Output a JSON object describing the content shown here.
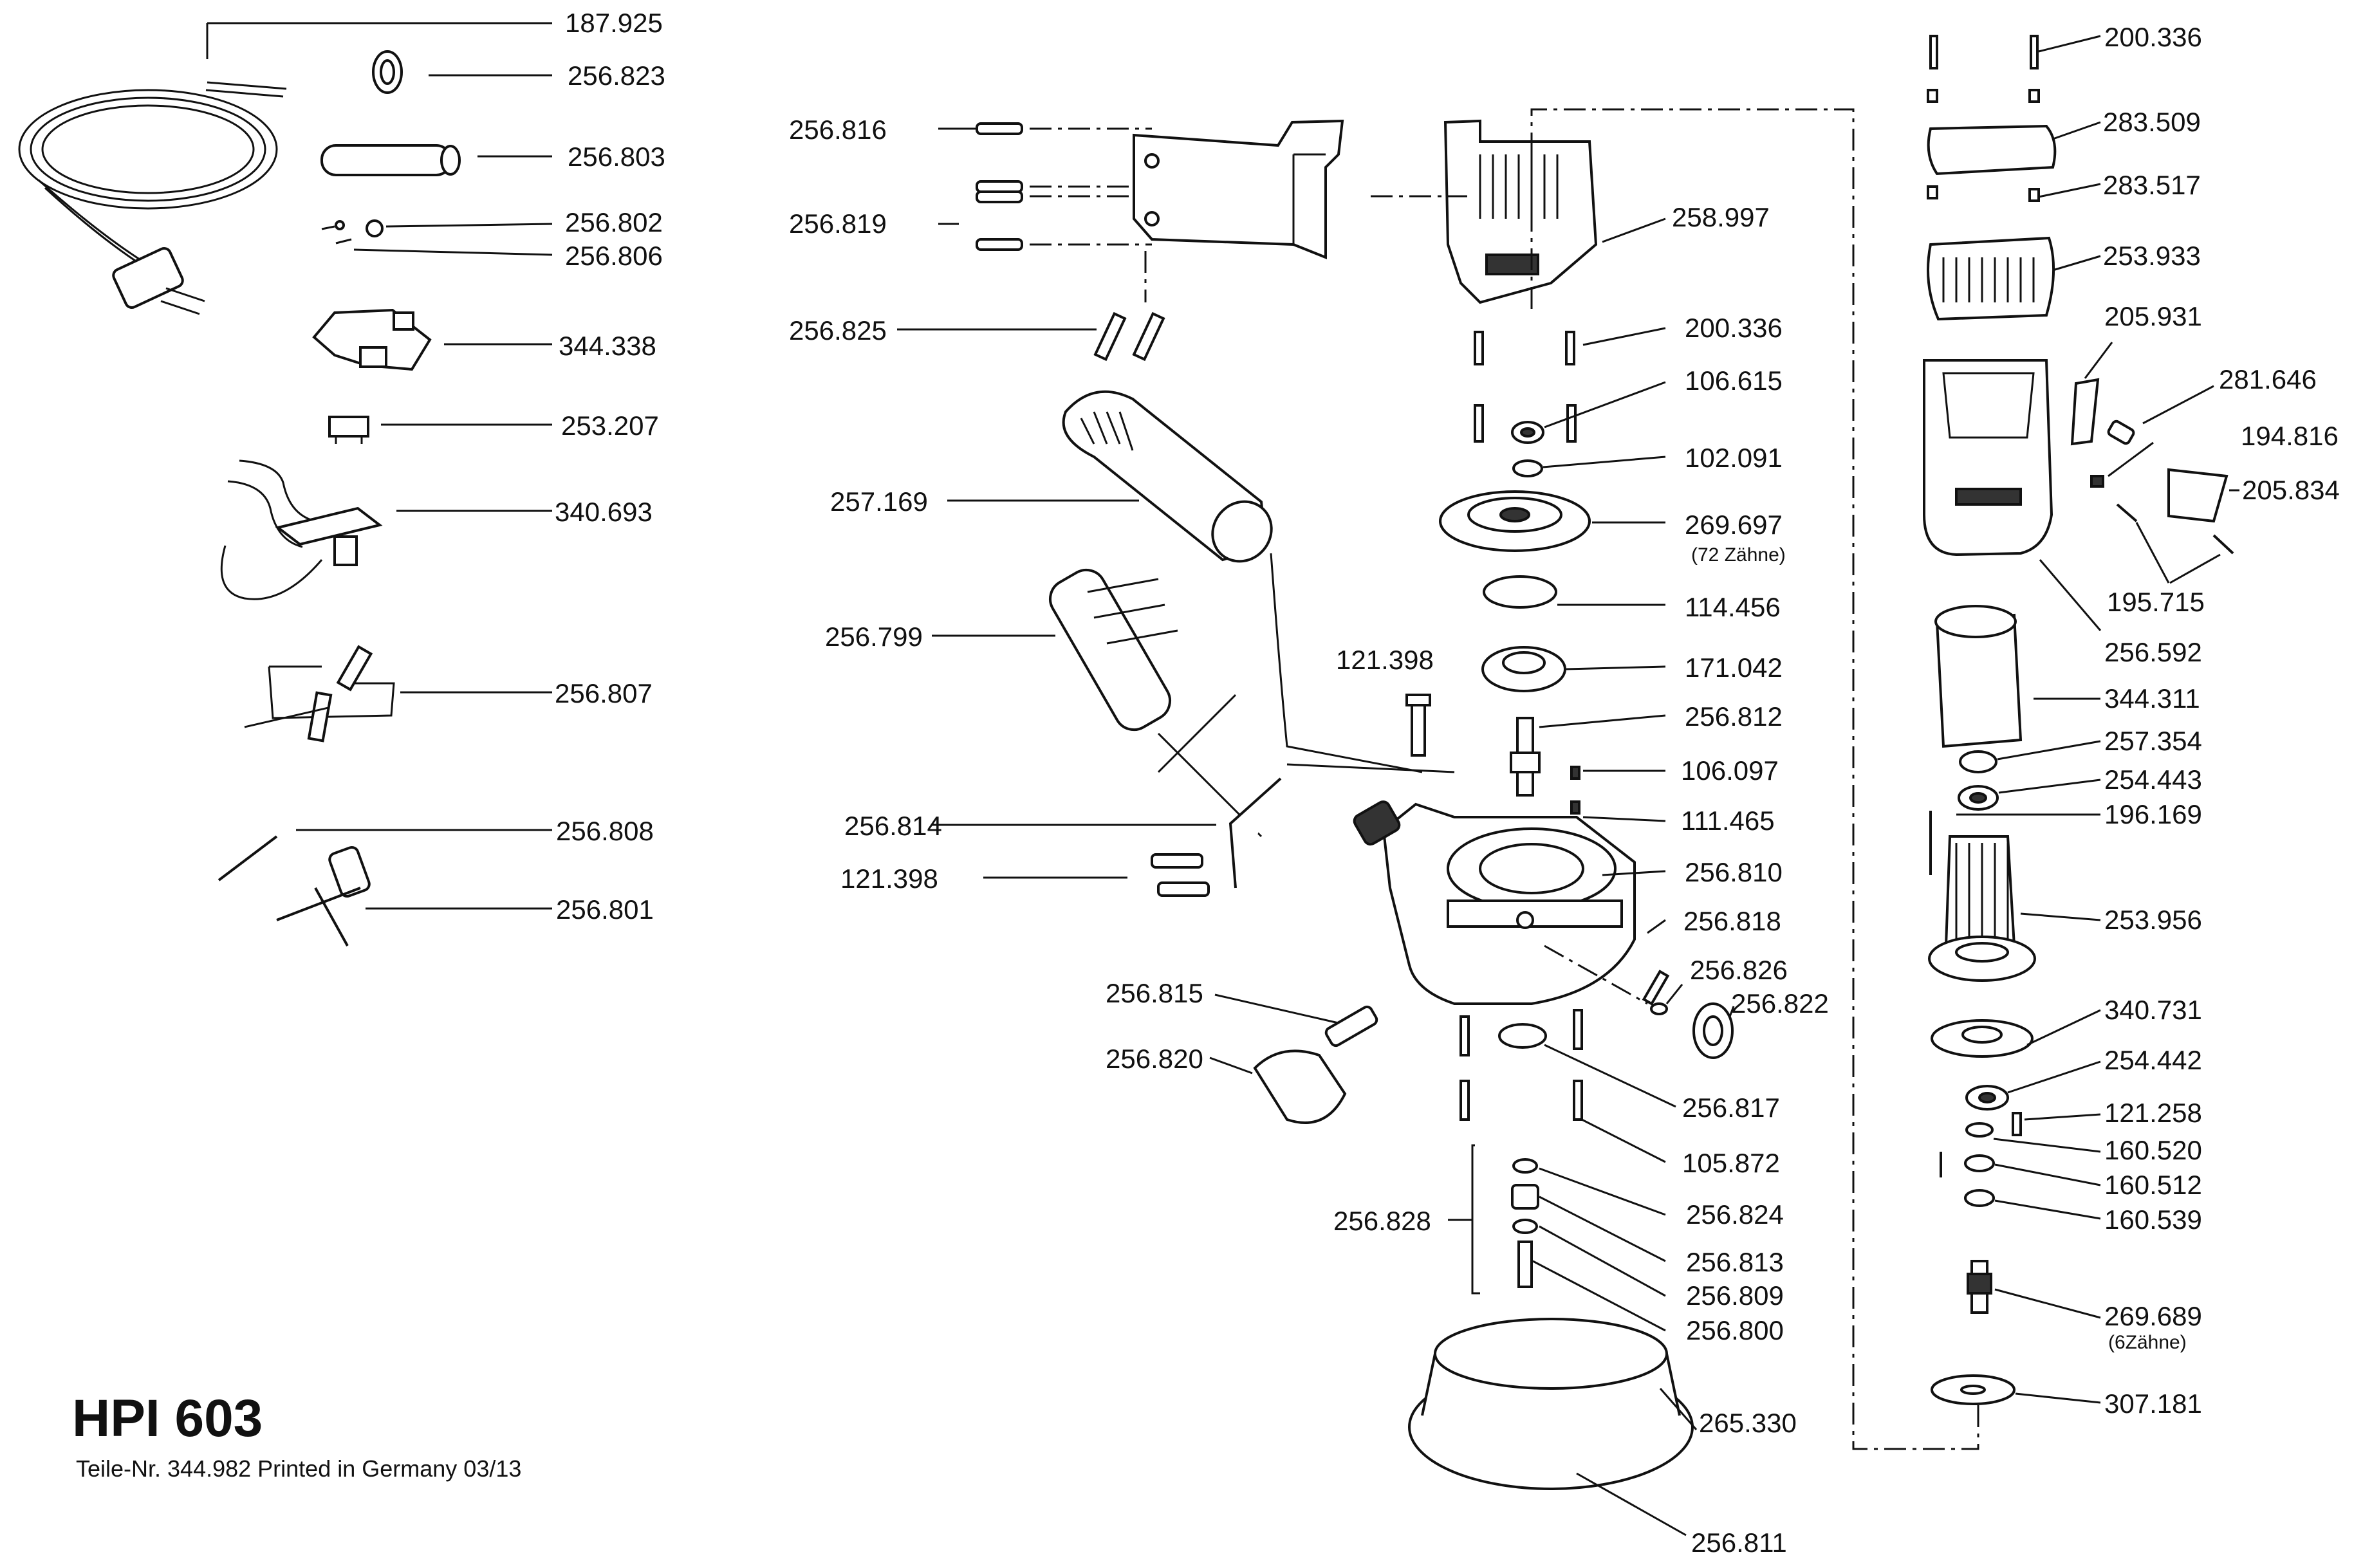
{
  "document": {
    "model": "HPI 603",
    "footer": "Teile-Nr. 344.982 Printed in Germany 03/13"
  },
  "parts": [
    {
      "id": "p01",
      "number": "187.925"
    },
    {
      "id": "p02",
      "number": "256.823"
    },
    {
      "id": "p03",
      "number": "256.803"
    },
    {
      "id": "p04",
      "number": "256.802"
    },
    {
      "id": "p05",
      "number": "256.806"
    },
    {
      "id": "p06",
      "number": "344.338"
    },
    {
      "id": "p07",
      "number": "253.207"
    },
    {
      "id": "p08",
      "number": "340.693"
    },
    {
      "id": "p09",
      "number": "256.807"
    },
    {
      "id": "p10",
      "number": "256.808"
    },
    {
      "id": "p11",
      "number": "256.801"
    },
    {
      "id": "p12",
      "number": "256.816"
    },
    {
      "id": "p13",
      "number": "256.819"
    },
    {
      "id": "p14",
      "number": "256.825"
    },
    {
      "id": "p15",
      "number": "257.169"
    },
    {
      "id": "p16",
      "number": "256.799"
    },
    {
      "id": "p17",
      "number": "121.398"
    },
    {
      "id": "p18",
      "number": "256.814"
    },
    {
      "id": "p19",
      "number": "121.398"
    },
    {
      "id": "p20",
      "number": "256.815"
    },
    {
      "id": "p21",
      "number": "256.820"
    },
    {
      "id": "p22",
      "number": "256.828"
    },
    {
      "id": "p23",
      "number": "258.997"
    },
    {
      "id": "p24",
      "number": "200.336"
    },
    {
      "id": "p25",
      "number": "106.615"
    },
    {
      "id": "p26",
      "number": "102.091"
    },
    {
      "id": "p27",
      "number": "269.697",
      "note": "(72 Zähne)"
    },
    {
      "id": "p28",
      "number": "114.456"
    },
    {
      "id": "p29",
      "number": "171.042"
    },
    {
      "id": "p30",
      "number": "256.812"
    },
    {
      "id": "p31",
      "number": "106.097"
    },
    {
      "id": "p32",
      "number": "111.465"
    },
    {
      "id": "p33",
      "number": "256.810"
    },
    {
      "id": "p34",
      "number": "256.818"
    },
    {
      "id": "p35",
      "number": "256.826"
    },
    {
      "id": "p36",
      "number": "256.822"
    },
    {
      "id": "p37",
      "number": "256.817"
    },
    {
      "id": "p38",
      "number": "105.872"
    },
    {
      "id": "p39",
      "number": "256.824"
    },
    {
      "id": "p40",
      "number": "256.813"
    },
    {
      "id": "p41",
      "number": "256.809"
    },
    {
      "id": "p42",
      "number": "256.800"
    },
    {
      "id": "p43",
      "number": "265.330"
    },
    {
      "id": "p44",
      "number": "256.811"
    },
    {
      "id": "p45",
      "number": "200.336"
    },
    {
      "id": "p46",
      "number": "283.509"
    },
    {
      "id": "p47",
      "number": "283.517"
    },
    {
      "id": "p48",
      "number": "253.933"
    },
    {
      "id": "p49",
      "number": "205.931"
    },
    {
      "id": "p50",
      "number": "281.646"
    },
    {
      "id": "p51",
      "number": "194.816"
    },
    {
      "id": "p52",
      "number": "205.834"
    },
    {
      "id": "p53",
      "number": "195.715"
    },
    {
      "id": "p54",
      "number": "256.592"
    },
    {
      "id": "p55",
      "number": "344.311"
    },
    {
      "id": "p56",
      "number": "257.354"
    },
    {
      "id": "p57",
      "number": "254.443"
    },
    {
      "id": "p58",
      "number": "196.169"
    },
    {
      "id": "p59",
      "number": "253.956"
    },
    {
      "id": "p60",
      "number": "340.731"
    },
    {
      "id": "p61",
      "number": "254.442"
    },
    {
      "id": "p62",
      "number": "121.258"
    },
    {
      "id": "p63",
      "number": "160.520"
    },
    {
      "id": "p64",
      "number": "160.512"
    },
    {
      "id": "p65",
      "number": "160.539"
    },
    {
      "id": "p66",
      "number": "269.689",
      "note": "(6Zähne)"
    },
    {
      "id": "p67",
      "number": "307.181"
    }
  ]
}
